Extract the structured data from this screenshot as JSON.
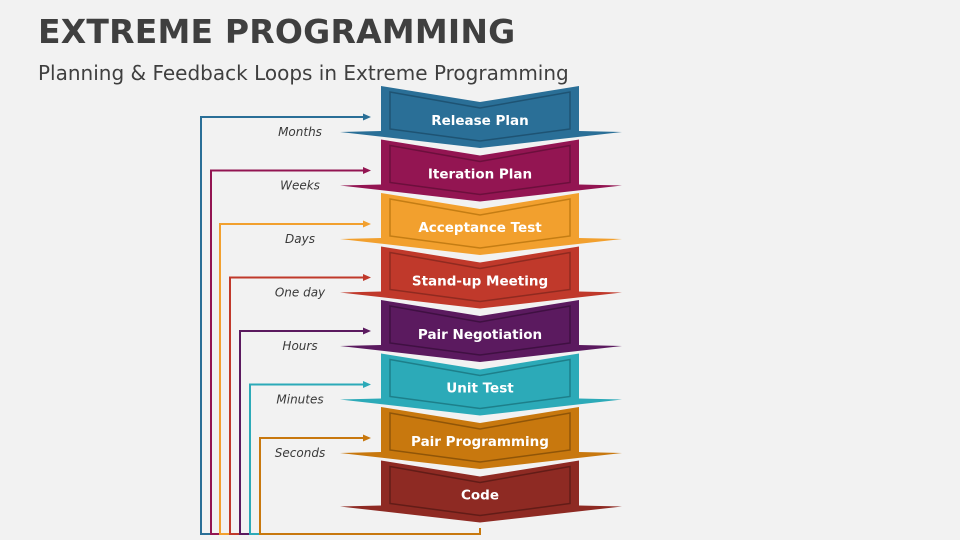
{
  "header": {
    "title": "EXTREME PROGRAMMING",
    "subtitle": "Planning & Feedback Loops in Extreme Programming"
  },
  "steps": [
    {
      "label": "Release Plan",
      "loop": "Months",
      "color": "#2a6f97",
      "dark": "#1e5373"
    },
    {
      "label": "Iteration Plan",
      "loop": "Weeks",
      "color": "#931552",
      "dark": "#6c0f3c"
    },
    {
      "label": "Acceptance Test",
      "loop": "Days",
      "color": "#f2a02e",
      "dark": "#c47d14"
    },
    {
      "label": "Stand-up Meeting",
      "loop": "One day",
      "color": "#c0392b",
      "dark": "#8f2a20"
    },
    {
      "label": "Pair Negotiation",
      "loop": "Hours",
      "color": "#5b1a5f",
      "dark": "#3f1042"
    },
    {
      "label": "Unit Test",
      "loop": "Minutes",
      "color": "#2caab8",
      "dark": "#1d7f8a"
    },
    {
      "label": "Pair Programming",
      "loop": "Seconds",
      "color": "#c8780e",
      "dark": "#8f5508"
    },
    {
      "label": "Code",
      "loop": "",
      "color": "#8e2a23",
      "dark": "#621c17"
    }
  ]
}
